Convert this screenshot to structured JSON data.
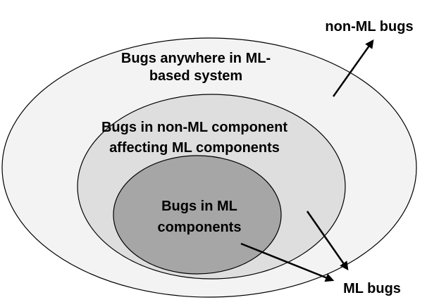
{
  "diagram": {
    "outer": {
      "label_line1": "Bugs anywhere in ML-",
      "label_line2": "based system",
      "fill": "#f3f3f3"
    },
    "middle": {
      "label_line1": "Bugs in non-ML component",
      "label_line2": "affecting ML components",
      "fill": "#dedede"
    },
    "inner": {
      "label_line1": "Bugs in ML",
      "label_line2": "components",
      "fill": "#a6a6a6"
    },
    "callouts": {
      "non_ml": "non-ML bugs",
      "ml": "ML bugs"
    },
    "colors": {
      "stroke": "#000000",
      "text": "#000000"
    }
  }
}
